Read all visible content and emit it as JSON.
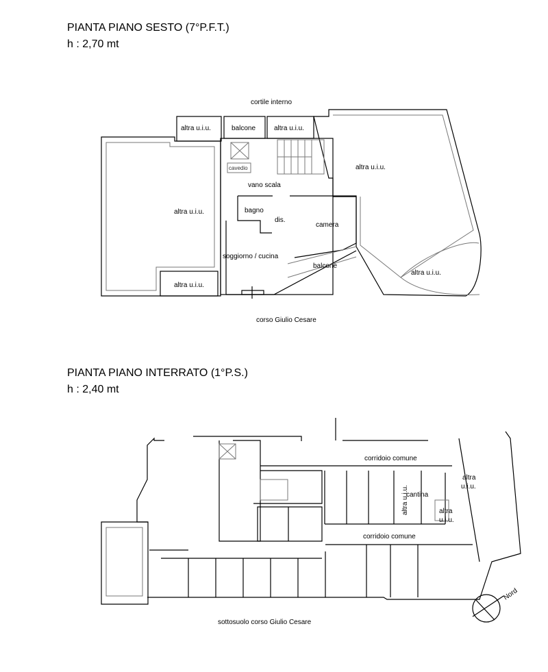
{
  "plan_top": {
    "title": "PIANTA PIANO SESTO (7°P.F.T.)",
    "height": "h : 2,70 mt",
    "labels": {
      "cortile": "cortile interno",
      "altra_top_left": "altra u.i.u.",
      "balcone_top": "balcone",
      "altra_top_right": "altra u.i.u.",
      "cavedio": "cavedio",
      "vano_scala": "vano scala",
      "altra_left": "altra u.i.u.",
      "altra_bottom_left": "altra u.i.u.",
      "bagno": "bagno",
      "dis": "dis.",
      "camera": "camera",
      "soggiorno": "soggiorno / cucina",
      "balcone": "balcone",
      "altra_right": "altra u.i.u.",
      "altra_round": "altra u.i.u.",
      "street": "corso Giulio Cesare"
    }
  },
  "plan_bottom": {
    "title": "PIANTA PIANO INTERRATO (1°P.S.)",
    "height": "h : 2,40 mt",
    "labels": {
      "corridoio_1": "corridoio comune",
      "corridoio_2": "corridoio comune",
      "altra_vertical": "altra u.i.u.",
      "cantina": "cantina",
      "altra_right_1": "altra",
      "altra_right_2": "u.i.u.",
      "altra_small_1": "altra",
      "altra_small_2": "u.i.u.",
      "street": "sottosuolo corso Giulio Cesare",
      "north": "Nord"
    }
  }
}
